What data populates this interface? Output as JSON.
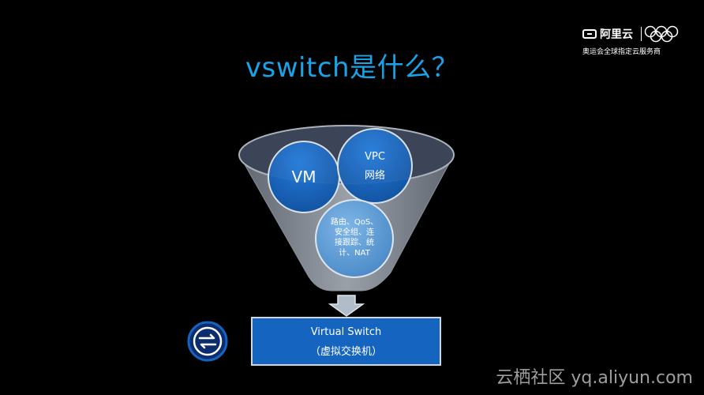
{
  "slide": {
    "title": "vswitch是什么？"
  },
  "logo": {
    "brand": "阿里云",
    "tagline": "奥运会全球指定云服务商"
  },
  "funnel": {
    "vm_label": "VM",
    "vpc_line1": "VPC",
    "vpc_line2": "网络",
    "features_lines": [
      "路由、QoS、",
      "安全组、连",
      "接跟踪、统",
      "计、NAT"
    ]
  },
  "switch": {
    "name": "Virtual Switch",
    "subtitle": "（虚拟交换机）",
    "icon": "swap-arrows-icon"
  },
  "watermark": {
    "text": "云栖社区 yq.aliyun.com"
  },
  "colors": {
    "title": "#1aa3e8",
    "switch_box": "#1565c0",
    "vm_circle": "#1565c0",
    "features_circle": "#5b9bd5"
  }
}
